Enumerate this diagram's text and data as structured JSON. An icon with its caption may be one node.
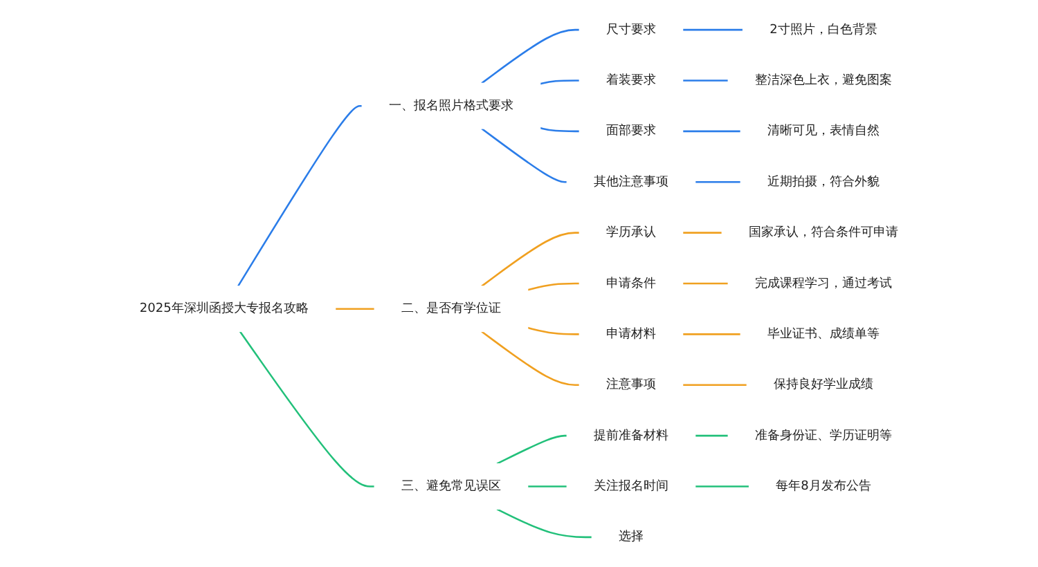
{
  "diagram": {
    "nodes": [
      {
        "text": [
          "2025年深圳函授大专报名攻略"
        ]
      },
      {
        "text": [
          "一、报名照片格式要求"
        ]
      },
      {
        "text": [
          "尺寸要求"
        ]
      },
      {
        "text": [
          "2寸照片，白色背景"
        ]
      },
      {
        "text": [
          "着装要求"
        ]
      },
      {
        "text": [
          "整洁深色上衣，避免图案"
        ]
      },
      {
        "text": [
          "面部要求"
        ]
      },
      {
        "text": [
          "清晰可见，表情自然"
        ]
      },
      {
        "text": [
          "其他注意事项"
        ]
      },
      {
        "text": [
          "近期拍摄，符合外貌"
        ]
      },
      {
        "text": [
          "二、是否有学位证"
        ]
      },
      {
        "text": [
          "学历承认"
        ]
      },
      {
        "text": [
          "国家承认，符合条件可申请"
        ]
      },
      {
        "text": [
          "申请条件"
        ]
      },
      {
        "text": [
          "完成课程学习，通过考试"
        ]
      },
      {
        "text": [
          "申请材料"
        ]
      },
      {
        "text": [
          "毕业证书、成绩单等"
        ]
      },
      {
        "text": [
          "注意事项"
        ]
      },
      {
        "text": [
          "保持良好学业成绩"
        ]
      },
      {
        "text": [
          "三、避免常见误区"
        ]
      },
      {
        "text": [
          "提前准备材料"
        ]
      },
      {
        "text": [
          "准备身份证、学历证明等"
        ]
      },
      {
        "text": [
          "关注报名时间"
        ]
      },
      {
        "text": [
          "每年8月发布公告"
        ]
      },
      {
        "text": [
          "选择"
        ]
      }
    ],
    "edges": [
      {
        "from": 0,
        "to": 1,
        "arrow": "none",
        "color": "#2b7de9"
      },
      {
        "from": 1,
        "to": 2,
        "arrow": "none",
        "color": "#2b7de9"
      },
      {
        "from": 2,
        "to": 3,
        "arrow": "none",
        "color": "#2b7de9"
      },
      {
        "from": 1,
        "to": 4,
        "arrow": "none",
        "color": "#2b7de9"
      },
      {
        "from": 4,
        "to": 5,
        "arrow": "none",
        "color": "#2b7de9"
      },
      {
        "from": 1,
        "to": 6,
        "arrow": "none",
        "color": "#2b7de9"
      },
      {
        "from": 6,
        "to": 7,
        "arrow": "none",
        "color": "#2b7de9"
      },
      {
        "from": 1,
        "to": 8,
        "arrow": "none",
        "color": "#2b7de9"
      },
      {
        "from": 8,
        "to": 9,
        "arrow": "none",
        "color": "#2b7de9"
      },
      {
        "from": 0,
        "to": 10,
        "arrow": "none",
        "color": "#f0a020"
      },
      {
        "from": 10,
        "to": 11,
        "arrow": "none",
        "color": "#f0a020"
      },
      {
        "from": 11,
        "to": 12,
        "arrow": "none",
        "color": "#f0a020"
      },
      {
        "from": 10,
        "to": 13,
        "arrow": "none",
        "color": "#f0a020"
      },
      {
        "from": 13,
        "to": 14,
        "arrow": "none",
        "color": "#f0a020"
      },
      {
        "from": 10,
        "to": 15,
        "arrow": "none",
        "color": "#f0a020"
      },
      {
        "from": 15,
        "to": 16,
        "arrow": "none",
        "color": "#f0a020"
      },
      {
        "from": 10,
        "to": 17,
        "arrow": "none",
        "color": "#f0a020"
      },
      {
        "from": 17,
        "to": 18,
        "arrow": "none",
        "color": "#f0a020"
      },
      {
        "from": 0,
        "to": 19,
        "arrow": "none",
        "color": "#22c07a"
      },
      {
        "from": 19,
        "to": 20,
        "arrow": "none",
        "color": "#22c07a"
      },
      {
        "from": 20,
        "to": 21,
        "arrow": "none",
        "color": "#22c07a"
      },
      {
        "from": 19,
        "to": 22,
        "arrow": "none",
        "color": "#22c07a"
      },
      {
        "from": 22,
        "to": 23,
        "arrow": "none",
        "color": "#22c07a"
      },
      {
        "from": 19,
        "to": 24,
        "arrow": "none",
        "color": "#22c07a"
      }
    ]
  }
}
